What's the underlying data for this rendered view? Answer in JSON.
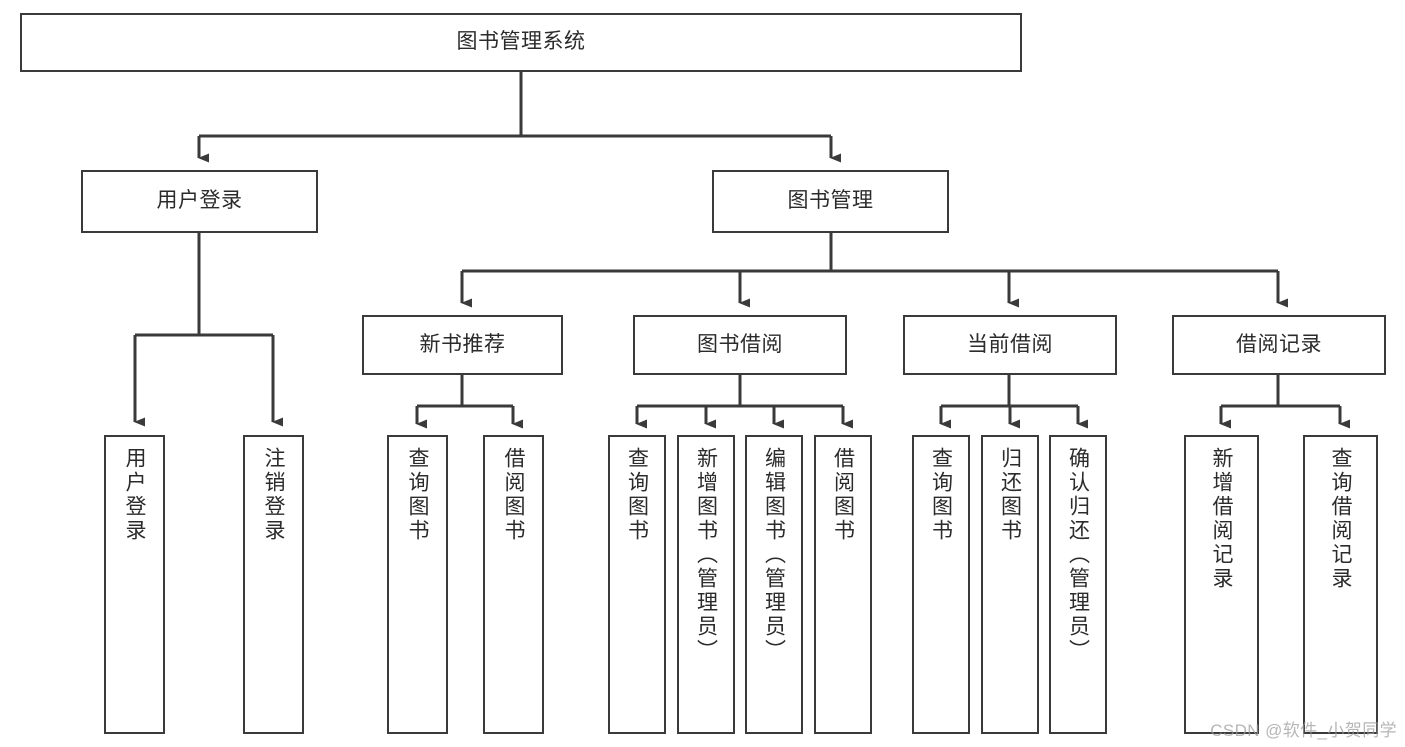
{
  "diagram": {
    "title": "图书管理系统",
    "type": "tree",
    "orientation": "top-down",
    "colors": {
      "background": "#ffffff",
      "box_fill": "#ffffff",
      "box_stroke": "#3a3a3a",
      "edge_stroke": "#3a3a3a",
      "text": "#2b2b2b",
      "watermark": "#9a9a9a"
    },
    "root": {
      "id": "root",
      "label": "图书管理系统"
    },
    "level1": [
      {
        "id": "user-login",
        "label": "用户登录"
      },
      {
        "id": "book-manage",
        "label": "图书管理"
      }
    ],
    "level2": [
      {
        "id": "new-book-recommend",
        "label": "新书推荐",
        "parent": "book-manage"
      },
      {
        "id": "book-borrow",
        "label": "图书借阅",
        "parent": "book-manage"
      },
      {
        "id": "current-borrow",
        "label": "当前借阅",
        "parent": "book-manage"
      },
      {
        "id": "borrow-record",
        "label": "借阅记录",
        "parent": "book-manage"
      }
    ],
    "leaves": {
      "user_login": [
        {
          "id": "leaf-user-login",
          "label": "用户登录"
        },
        {
          "id": "leaf-logout-login",
          "label": "注销登录"
        }
      ],
      "new_book_recommend": [
        {
          "id": "leaf-query-book-1",
          "label": "查询图书"
        },
        {
          "id": "leaf-borrow-book-1",
          "label": "借阅图书"
        }
      ],
      "book_borrow": [
        {
          "id": "leaf-query-book-2",
          "label": "查询图书"
        },
        {
          "id": "leaf-add-book",
          "label": "新增图书（管理员）"
        },
        {
          "id": "leaf-edit-book",
          "label": "编辑图书（管理员）"
        },
        {
          "id": "leaf-borrow-book-2",
          "label": "借阅图书"
        }
      ],
      "current_borrow": [
        {
          "id": "leaf-query-book-3",
          "label": "查询图书"
        },
        {
          "id": "leaf-return-book",
          "label": "归还图书"
        },
        {
          "id": "leaf-confirm-return",
          "label": "确认归还（管理员）"
        }
      ],
      "borrow_record": [
        {
          "id": "leaf-add-record",
          "label": "新增借阅记录"
        },
        {
          "id": "leaf-query-record",
          "label": "查询借阅记录"
        }
      ]
    }
  },
  "watermark": {
    "text": "CSDN @软件_小贺同学"
  }
}
